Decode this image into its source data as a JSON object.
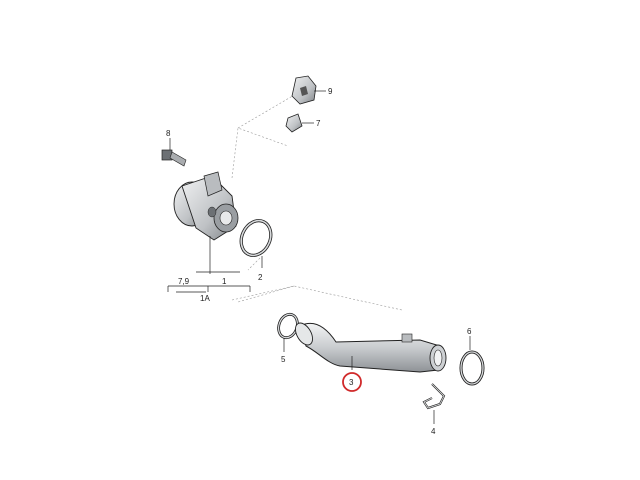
{
  "parts": [
    {
      "id": "p1A",
      "label": "1A"
    },
    {
      "id": "p1",
      "label": "1"
    },
    {
      "id": "p79",
      "label": "7,9"
    },
    {
      "id": "p2",
      "label": "2"
    },
    {
      "id": "p3",
      "label": "3"
    },
    {
      "id": "p4",
      "label": "4"
    },
    {
      "id": "p5",
      "label": "5"
    },
    {
      "id": "p6",
      "label": "6"
    },
    {
      "id": "p7",
      "label": "7"
    },
    {
      "id": "p8",
      "label": "8"
    },
    {
      "id": "p9",
      "label": "9"
    }
  ],
  "colors": {
    "highlight_circle": "#d0292a",
    "part_fill": "#d8dadc",
    "outline": "#222222"
  }
}
